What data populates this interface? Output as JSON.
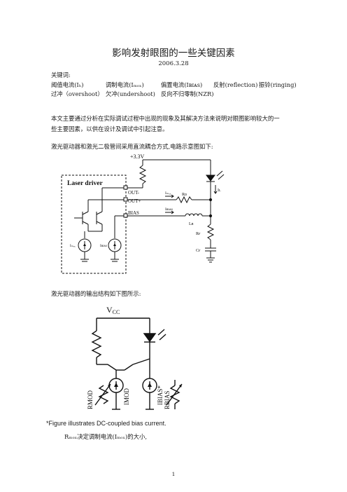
{
  "document": {
    "title": "影响发射眼图的一些关键因素",
    "date": "2006.3.28",
    "keywords_label": "关键词:",
    "keywords_row1": [
      "阈值电流(Iₕ)",
      "调制电流(Iₘₒₓ)",
      "偏置电流(Iʙɪᴀѕ)",
      "反射(reflection)",
      "振铃(ringing)"
    ],
    "keywords_row2": [
      "过冲（overshoot）",
      "欠冲(undershoot)",
      "反向不归零制(NZR)"
    ],
    "intro_line1": "本文主要通过分析在实际调试过程中出现的现象及其解决方法来说明对眼图影响较大的一",
    "intro_line2": "些主要因素，以供在设计及调试中引起注意。",
    "para_circuit1": "激光驱动器和激光二极管间采用直流耦合方式,电路示意图如下:",
    "para_circuit2": "激光驱动器的输出结构如下图所示:",
    "last_line": "Rₘₒₓ决定调制电流(Iₘₒₓ)的大小,",
    "page_number": "1"
  },
  "figure1": {
    "supply": "+3.3V",
    "block_label": "Laser driver",
    "pin_outm": "OUT-",
    "pin_outp": "OUT+",
    "pin_bias": "BIAS",
    "imod": "Iₘₒₓ",
    "ibias": "Iʙɪᴀѕ",
    "il": "Iʟ",
    "rd": "Rᴅ",
    "lb": "Lʙ",
    "rf": "Rғ",
    "cf": "Cғ"
  },
  "figure2": {
    "vcc": "V",
    "vcc_sub": "CC",
    "imod_label": "IMOD",
    "ibias_label": "IBIAS*",
    "rmod_label": "RMOD",
    "rbias_label": "RBIAS",
    "caption": "*Figure illustrates DC-coupled bias current."
  }
}
